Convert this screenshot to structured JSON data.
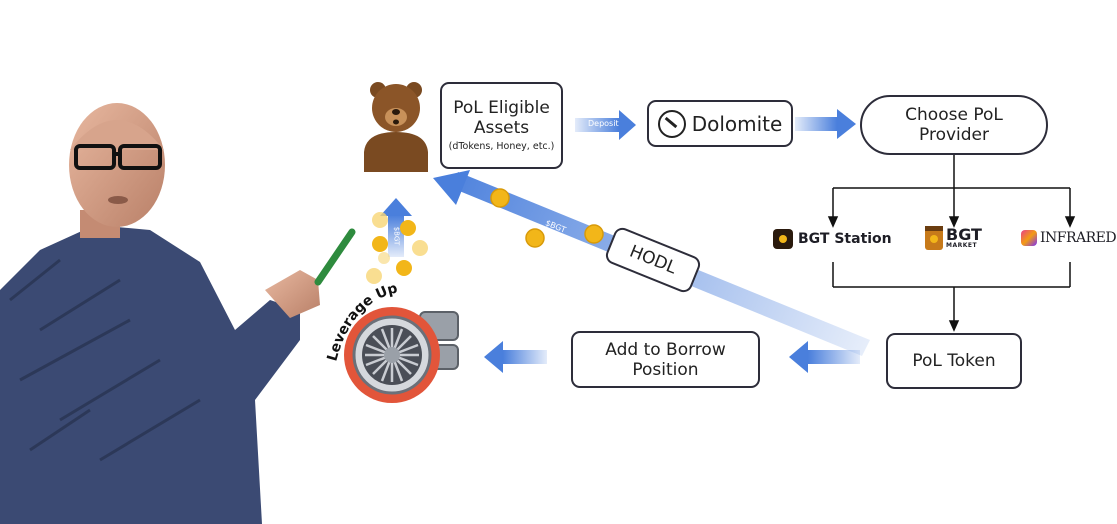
{
  "nodes": {
    "pol_assets": {
      "title": "PoL Eligible Assets",
      "subtitle": "(dTokens, Honey, etc.)"
    },
    "dolomite": {
      "label": "Dolomite"
    },
    "choose_provider": {
      "label": "Choose PoL Provider"
    },
    "pol_token": {
      "label": "PoL Token"
    },
    "add_borrow": {
      "label": "Add to Borrow Position"
    },
    "hodl": {
      "label": "HODL"
    },
    "leverage": {
      "label": "Leverage Up"
    }
  },
  "edge_labels": {
    "deposit": "Deposit",
    "bgt_main": "$BGT",
    "bgt_side": "$BGT"
  },
  "providers": [
    {
      "name": "BGT Station",
      "icon": "bee-icon"
    },
    {
      "name": "BGT",
      "sub": "MARKET",
      "icon": "honey-jar-icon"
    },
    {
      "name": "INFRARED",
      "icon": "infrared-icon"
    }
  ],
  "colors": {
    "arrow": "#4a7fdc",
    "box_border": "#2d2d3a",
    "coin": "#f2b619",
    "bear": "#7a4a21",
    "turbo": "#e2553a"
  }
}
